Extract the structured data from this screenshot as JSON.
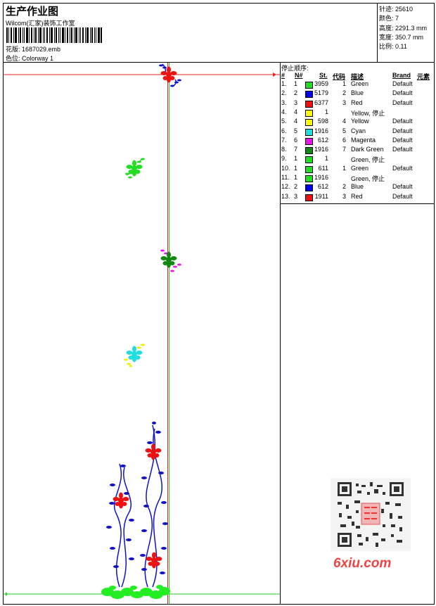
{
  "header": {
    "title": "生产作业图",
    "company": "Wilcom(汇家)装饰工作室",
    "design_file": "花版: 1687029.emb",
    "colorway": "色位: Colorway 1"
  },
  "info": {
    "stitches": "针迹: 25610",
    "colors": "颜色: 7",
    "height": "高度: 2291.3 mm",
    "width": "宽度: 350.7 mm",
    "scale": "比例: 0.11"
  },
  "panel": {
    "heading": "停止顺序:",
    "col_num": "#",
    "col_needle": "N#",
    "col_st": "St.",
    "col_code": "代码",
    "col_desc": "描述",
    "col_brand": "Brand",
    "col_elem": "元素"
  },
  "stops": [
    {
      "idx": "1.",
      "n": "1",
      "color": "#22dd22",
      "st": "3959",
      "code": "1",
      "desc": "Green",
      "brand": "Default"
    },
    {
      "idx": "2.",
      "n": "2",
      "color": "#0000ee",
      "st": "5179",
      "code": "2",
      "desc": "Blue",
      "brand": "Default"
    },
    {
      "idx": "3.",
      "n": "3",
      "color": "#ee1111",
      "st": "6377",
      "code": "3",
      "desc": "Red",
      "brand": "Default"
    },
    {
      "idx": "4.",
      "n": "4",
      "color": "#ffff00",
      "st": "1",
      "code": "",
      "desc": "Yellow, 停止",
      "brand": ""
    },
    {
      "idx": "5.",
      "n": "4",
      "color": "#ffff00",
      "st": "598",
      "code": "4",
      "desc": "Yellow",
      "brand": "Default"
    },
    {
      "idx": "6.",
      "n": "5",
      "color": "#22dddd",
      "st": "1916",
      "code": "5",
      "desc": "Cyan",
      "brand": "Default"
    },
    {
      "idx": "7.",
      "n": "6",
      "color": "#ee11ee",
      "st": "612",
      "code": "6",
      "desc": "Magenta",
      "brand": "Default"
    },
    {
      "idx": "8.",
      "n": "7",
      "color": "#118811",
      "st": "1916",
      "code": "7",
      "desc": "Dark Green",
      "brand": "Default"
    },
    {
      "idx": "9.",
      "n": "1",
      "color": "#22dd22",
      "st": "1",
      "code": "",
      "desc": "Green, 停止",
      "brand": ""
    },
    {
      "idx": "10.",
      "n": "1",
      "color": "#22dd22",
      "st": "611",
      "code": "1",
      "desc": "Green",
      "brand": "Default"
    },
    {
      "idx": "11.",
      "n": "1",
      "color": "#22dd22",
      "st": "1916",
      "code": "",
      "desc": "Green, 停止",
      "brand": ""
    },
    {
      "idx": "12.",
      "n": "2",
      "color": "#0000ee",
      "st": "612",
      "code": "2",
      "desc": "Blue",
      "brand": "Default"
    },
    {
      "idx": "13.",
      "n": "3",
      "color": "#ee1111",
      "st": "1911",
      "code": "3",
      "desc": "Red",
      "brand": "Default"
    }
  ],
  "watermark": {
    "site": "6xiu.com"
  }
}
